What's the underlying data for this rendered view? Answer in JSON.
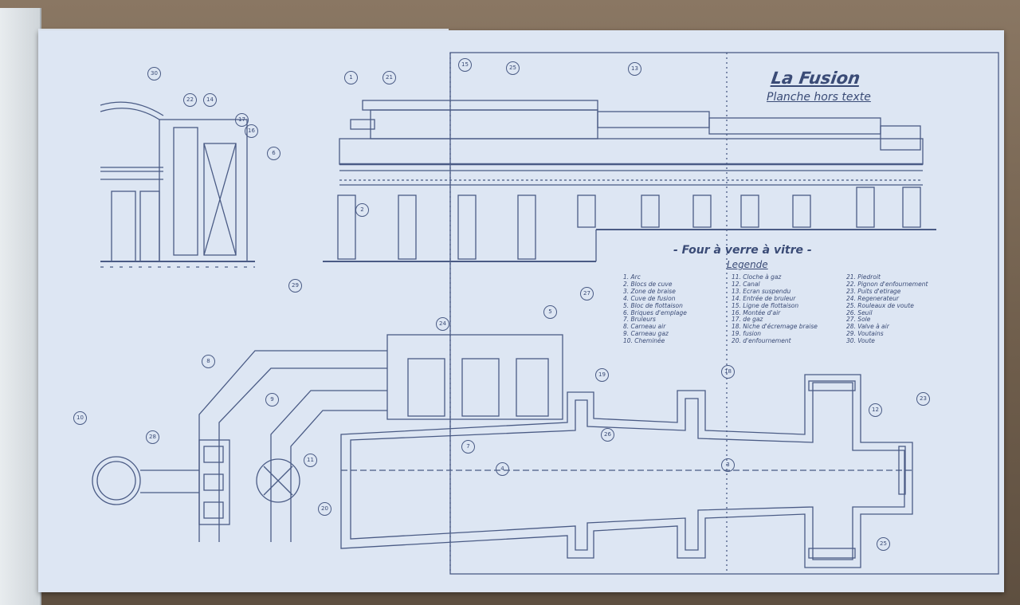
{
  "plate": {
    "title": "La Fusion",
    "subtitle": "Planche hors texte",
    "drawing_title": "- Four à verre à vitre -",
    "legend_heading": "Legende"
  },
  "legend": {
    "col1": [
      "1. Arc",
      "2. Blocs de cuve",
      "3. Zone de braise",
      "4. Cuve de fusion",
      "5. Bloc de flottaison",
      "6. Briques d'emplage",
      "7. Bruleurs",
      "8. Carneau air",
      "9. Carneau gaz",
      "10. Cheminée"
    ],
    "col2": [
      "11. Cloche à gaz",
      "12. Canal",
      "13. Ecran suspendu",
      "14. Entrée de bruleur",
      "15. Ligne de flottaison",
      "16. Montée d'air",
      "17. de gaz",
      "18. Niche d'écremage braise",
      "19. fusion",
      "20. d'enfournement"
    ],
    "col3": [
      "21. Piedroit",
      "22. Pignon d'enfournement",
      "23. Puits d'etirage",
      "24. Regenerateur",
      "25. Rouleaux de voute",
      "26. Seuil",
      "27. Sole",
      "28. Valve à air",
      "29. Voutains",
      "30. Voute"
    ]
  },
  "callouts": [
    "30",
    "22",
    "14",
    "17",
    "16",
    "6",
    "1",
    "21",
    "15",
    "25",
    "13",
    "2",
    "29",
    "27",
    "5",
    "24",
    "8",
    "9",
    "19",
    "18",
    "12",
    "23",
    "10",
    "28",
    "26",
    "11",
    "7",
    "4",
    "3",
    "20",
    "25"
  ],
  "colors": {
    "ink": "#3a4b76",
    "paper": "#dde6f3"
  }
}
